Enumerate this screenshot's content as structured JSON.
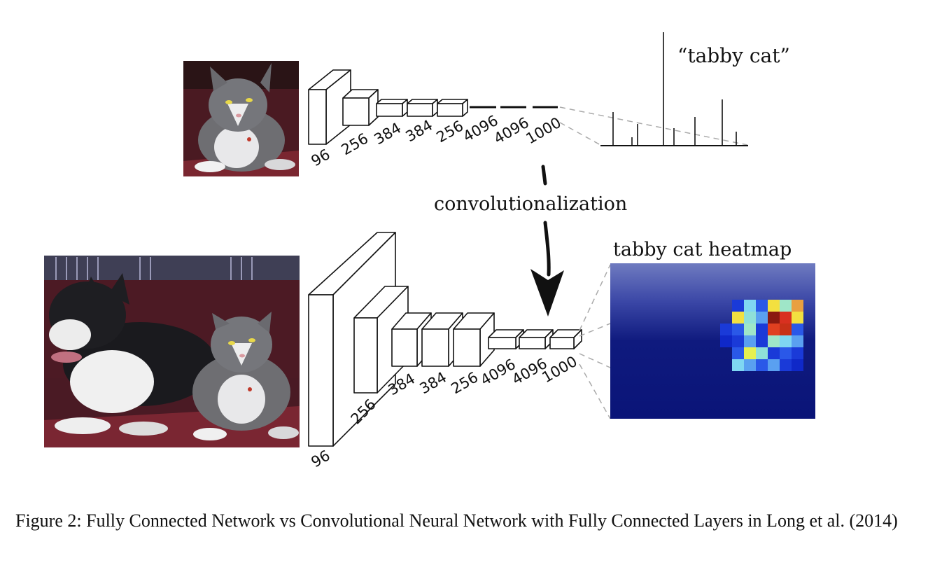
{
  "top_network": {
    "layer_labels": [
      "96",
      "256",
      "384",
      "384",
      "256",
      "4096",
      "4096",
      "1000"
    ],
    "output_label": "“tabby cat”"
  },
  "arrow_label": "convolutionalization",
  "bottom_network": {
    "layer_labels": [
      "96",
      "256",
      "384",
      "384",
      "256",
      "4096",
      "4096",
      "1000"
    ],
    "heatmap_title": "tabby cat heatmap"
  },
  "caption": "Figure 2: Fully Connected Network vs Convolutional Neural Network with Fully Connected Layers in Long et al. (2014)"
}
